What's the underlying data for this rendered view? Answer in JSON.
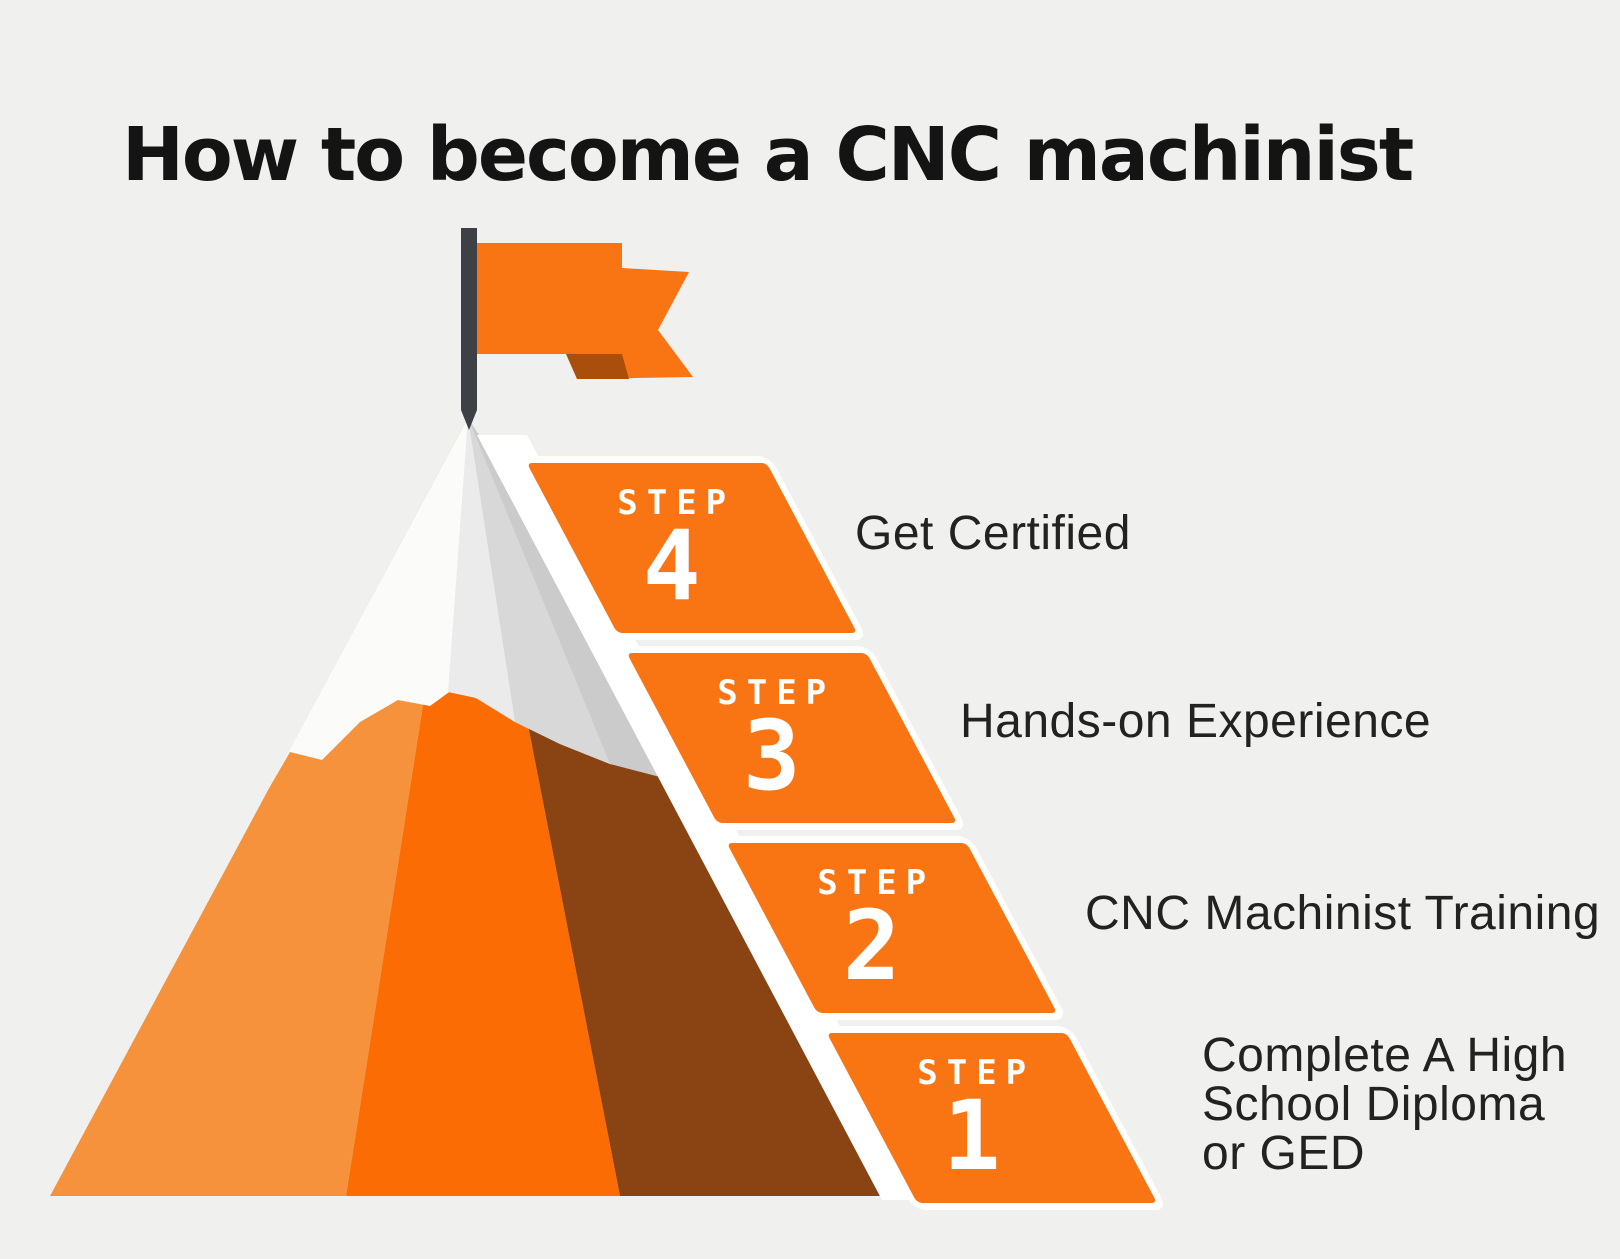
{
  "title": "How to become a CNC machinist",
  "steps": [
    {
      "word": "STEP",
      "number": "4",
      "label": "Get Certified"
    },
    {
      "word": "STEP",
      "number": "3",
      "label": "Hands-on Experience"
    },
    {
      "word": "STEP",
      "number": "2",
      "label": "CNC Machinist Training"
    },
    {
      "word": "STEP",
      "number": "1",
      "label": "Complete A High School Diploma or GED",
      "lines": [
        "Complete A High",
        "School Diploma",
        "or GED"
      ]
    }
  ],
  "colors": {
    "background": "#f0f0ee",
    "title_text": "#141414",
    "label_text": "#222222",
    "step_box_orange": "#f97513",
    "step_box_stroke": "#ffffff",
    "flag_orange": "#f97513",
    "flag_fold_dark": "#a94f0b",
    "flag_pole": "#3d4145",
    "mountain_light_orange": "#f6913c",
    "mountain_vivid_orange": "#fb6d04",
    "mountain_brown": "#8a4414",
    "snow_white": "#fbfbfa",
    "snow_shade_mid": "#ebebeb",
    "snow_shade_dark": "#d8d8d8",
    "snow_shade_edge": "#cbcbcb",
    "slope_strip": "#ffffff"
  }
}
